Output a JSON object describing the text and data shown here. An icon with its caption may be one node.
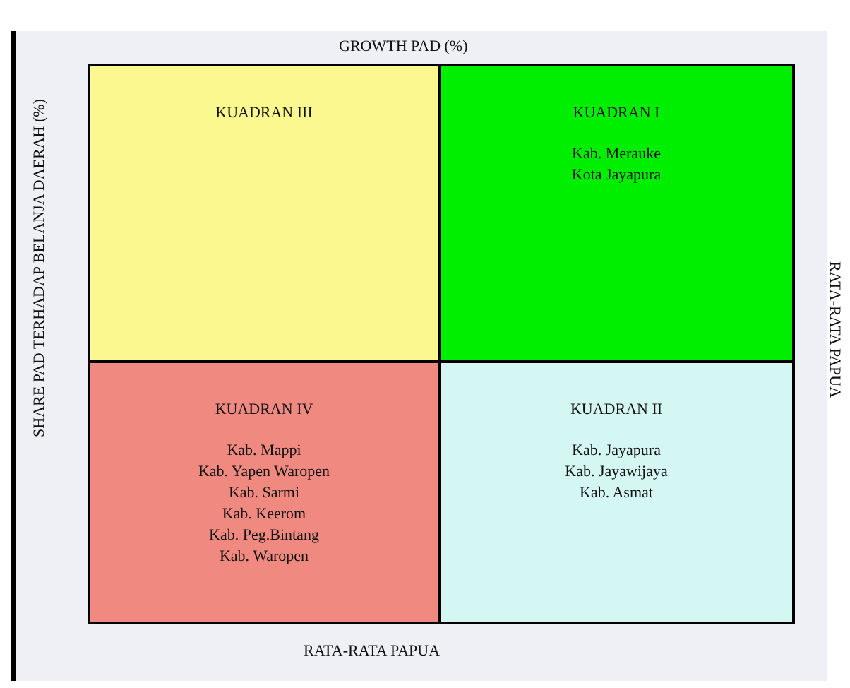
{
  "diagram": {
    "nodes": [
      {
        "text": [
          "KUADRAN III"
        ]
      },
      {
        "text": [
          "KUADRAN I",
          "Kab. Merauke",
          "Kota Jayapura"
        ]
      },
      {
        "text": [
          "KUADRAN IV",
          "Kab. Mappi",
          "Kab. Yapen Waropen",
          "Kab. Sarmi",
          "Kab. Keerom",
          "Kab. Peg.Bintang",
          "Kab. Waropen"
        ]
      },
      {
        "text": [
          "KUADRAN II",
          "Kab. Jayapura",
          "Kab. Jayawijaya",
          "Kab. Asmat"
        ]
      }
    ],
    "labels": [
      "GROWTH PAD (%)",
      "SHARE PAD TERHADAP BELANJA DAERAH (%)",
      "RATA-RATA PAPUA",
      "RATA-RATA PAPUA"
    ]
  }
}
